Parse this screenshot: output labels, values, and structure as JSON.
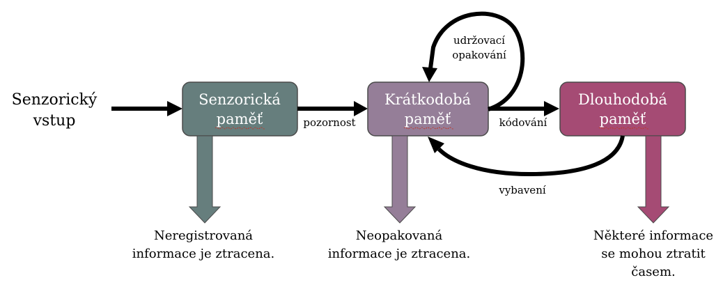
{
  "input": {
    "line1": "Senzorický",
    "line2": "vstup"
  },
  "boxes": {
    "sensory": {
      "line1": "Senzorická",
      "line2": "paměť",
      "color": "#667e7d"
    },
    "short": {
      "line1": "Krátkodobá",
      "line2": "paměť",
      "color": "#957e98"
    },
    "long": {
      "line1": "Dlouhodobá",
      "line2": "paměť",
      "color": "#a54b74"
    }
  },
  "arrows": {
    "attention": "pozornost",
    "encoding": "kódování",
    "rehearsal_line1": "udržovací",
    "rehearsal_line2": "opakování",
    "retrieval": "vybavení"
  },
  "outcomes": {
    "sensory": {
      "line1": "Neregistrovaná",
      "line2": "informace je ztracena."
    },
    "short": {
      "line1": "Neopakovaná",
      "line2": "informace je ztracena."
    },
    "long": {
      "line1": "Některé informace",
      "line2": "se mohou ztratit",
      "line3": "časem."
    }
  },
  "colors": {
    "arrow": "#000000",
    "box_border": "#4a4a4a"
  }
}
